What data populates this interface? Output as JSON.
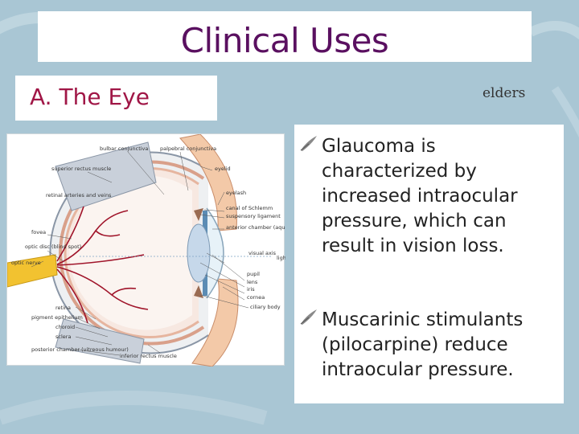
{
  "slide": {
    "title": "Clinical Uses",
    "subtitle": "A. The Eye",
    "corner_note": "elders"
  },
  "bullets": [
    {
      "text": "Glaucoma is characterized by increased intraocular pressure, which can result in vision loss."
    },
    {
      "text": "Muscarinic stimulants (pilocarpine) reduce intraocular pressure."
    }
  ],
  "diagram": {
    "labels": {
      "bulbar_conjunctiva": "bulbar conjunctiva",
      "palpebral_conjunctiva": "palpebral conjunctiva",
      "superior_rectus": "superior rectus muscle",
      "eyelid": "eyelid",
      "eyelash": "eyelash",
      "retinal_arteries": "retinal arteries and veins",
      "canal_schlemm": "canal of Schlemm",
      "suspensory_ligament": "suspensory ligament",
      "fovea": "fovea",
      "anterior_chamber": "anterior chamber (aqueous humour)",
      "optic_disc": "optic disc (blind spot)",
      "optic_nerve": "optic nerve",
      "visual_axis": "visual axis",
      "light": "light",
      "pupil": "pupil",
      "lens": "lens",
      "iris": "iris",
      "cornea": "cornea",
      "ciliary_body": "ciliary body",
      "retina": "retina",
      "pigment_epithelium": "pigment epithelium",
      "choroid": "choroid",
      "sclera": "sclera",
      "posterior_chamber": "posterior chamber (vitreous humour)",
      "inferior_rectus": "inferior rectus muscle"
    }
  },
  "colors": {
    "background": "#a9c6d4",
    "title": "#5a1060",
    "subtitle": "#a01646",
    "nerve": "#f2c230",
    "vessels": "#a0142a"
  }
}
